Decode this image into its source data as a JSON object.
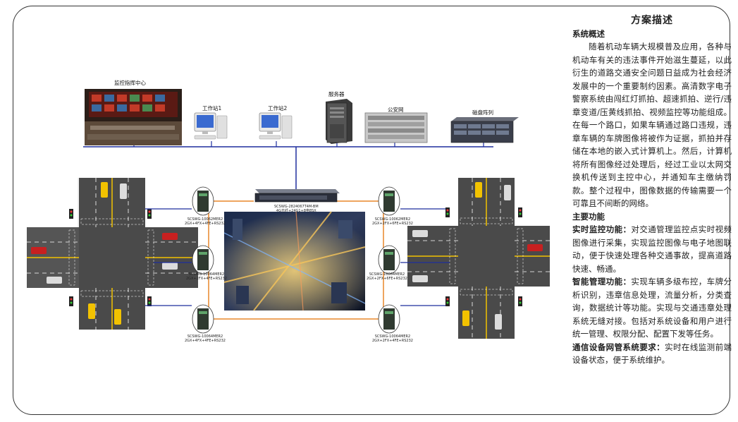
{
  "devices": {
    "monitor_center": "监控指挥中心",
    "workstation1": "工作站1",
    "workstation2": "工作站2",
    "server": "服务器",
    "police_net": "公安网",
    "disk_array": "磁盘阵列"
  },
  "core_switch": {
    "model": "SCSWG-2824067T4M-BM",
    "spec": "4G光纤+24G1+8电8SX"
  },
  "switches": {
    "left_top": {
      "model": "SCSWG-10062MER2",
      "spec": "2GX+4FX+4FE+RS232"
    },
    "left_mid": {
      "model": "SCSWG-10064MER2",
      "spec": "2GX+2FX+4FE+RS232"
    },
    "left_bot": {
      "model": "SCSWG-10064MER2",
      "spec": "2GX+4FX+4FE+RS232"
    },
    "right_top": {
      "model": "SCSWG-10062MER2",
      "spec": "2GX+2FX+6FE+RS232"
    },
    "right_mid": {
      "model": "SCSWG-10064MER2",
      "spec": "2GX+2FX+6FE+RS232"
    },
    "right_bot": {
      "model": "SCSWG-10064MER2",
      "spec": "2GX+2FX+4FE+RS232"
    }
  },
  "panel": {
    "title": "方案描述",
    "overview_heading": "系统概述",
    "overview_text": "随着机动车辆大规模普及应用，各种与机动车有关的违法事件开始滋生蔓延，以此衍生的道路交通安全问题日益成为社会经济发展中的一个重要制约因素。高清数字电子警察系统由闯红灯抓拍、超速抓拍、逆行/违章变道/压黄线抓拍、视频监控等功能组成。在每一个路口，如果车辆通过路口违规，违章车辆的车牌图像将被作为证据，抓拍并存储在本地的嵌入式计算机上。然后，计算机将所有图像经过处理后，经过工业以太网交换机传送到主控中心，并通知车主缴纳罚款。整个过程中，图像数据的传输需要一个可靠且不间断的网络。",
    "features_heading": "主要功能",
    "f1_title": "实时监控功能：",
    "f1_text": "对交通管理监控点实时视频图像进行采集，实现监控图像与电子地图联动，便于快速处理各种交通事故，提高道路快速、畅通。",
    "f2_title": "智能管理功能：",
    "f2_text": "实现车辆多级布控，车牌分析识别，违章信息处理，流量分析，分类查询，数据统计等功能。实现与交通违章处理系统无缝对接。包括对系统设备和用户进行统一管理、权限分配、配置下发等任务。",
    "f3_title": "通信设备网管系统要求：",
    "f3_text": "实时在线监测前端设备状态，便于系统维护。"
  },
  "colors": {
    "network_line": "#1f2f9e",
    "fiber_line": "#e8872a",
    "road": "#4a4a4a",
    "road_marking": "#ffffff",
    "yellow_line": "#f2c200"
  }
}
